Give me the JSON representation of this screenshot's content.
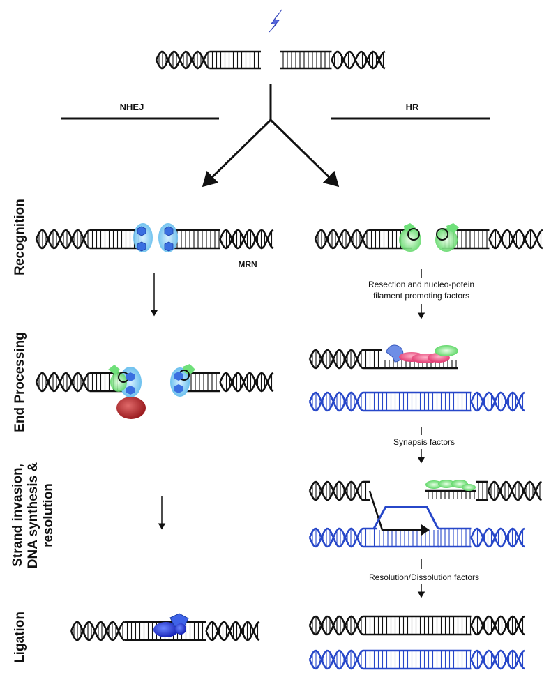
{
  "pathways": {
    "left_label": "NHEJ",
    "right_label": "HR"
  },
  "stages": {
    "recognition": "Recognition",
    "end_processing": "End Processing",
    "strand_line1": "Strand invasion,",
    "strand_line2": "DNA synthesis &",
    "strand_line3": "resolution",
    "ligation": "Ligation"
  },
  "labels": {
    "mrn": "MRN",
    "resection_line1": "Resection and nucleo-potein",
    "resection_line2": "filament promoting factors",
    "synapsis": "Synapsis factors",
    "resolution": "Resolution/Dissolution factors"
  },
  "colors": {
    "dna": "#111111",
    "template_dna": "#2747c9",
    "lightning": "#5566dd",
    "mrn_blue": "#7ec8ef",
    "hexagon_blue": "#3a6fe0",
    "green_protein": "#6fe07a",
    "red_protein": "#b3282c",
    "pink_filament": "#e8457a",
    "ligase_blue": "#1f2fd0"
  },
  "icons": {
    "break": "lightning-bolt-icon"
  }
}
